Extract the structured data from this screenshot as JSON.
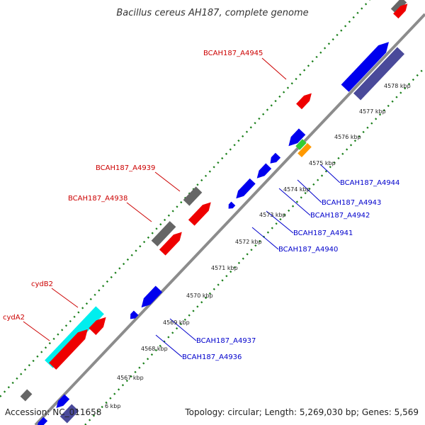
{
  "title": "Bacillus cereus AH187, complete genome",
  "footer": {
    "accession": "Accession: NC_011658",
    "topology": "Topology: circular; Length: 5,269,030 bp; Genes: 5,569"
  },
  "colors": {
    "backbone": "#8c8c8c",
    "tick": "#1a7f1a",
    "forward_label": "#cc0000",
    "reverse_label": "#0000cc",
    "red": "#ee0000",
    "blue": "#0000ee",
    "grey": "#666666",
    "cyan": "#00eeee",
    "navy": "#4a4a9a",
    "green": "#33cc33",
    "orange": "#ff9900"
  },
  "ticks": [
    "6 kbp",
    "4567 kbp",
    "4568 kbp",
    "4569 kbp",
    "4570 kbp",
    "4571 kbp",
    "4572 kbp",
    "4573 kbp",
    "4574 kbp",
    "4575 kbp",
    "4576 kbp",
    "4577 kbp",
    "4578 kbp"
  ],
  "labels": [
    {
      "text": "BCAH187_A4945",
      "strand": "forward"
    },
    {
      "text": "BCAH187_A4939",
      "strand": "forward"
    },
    {
      "text": "BCAH187_A4938",
      "strand": "forward"
    },
    {
      "text": "cydB2",
      "strand": "forward"
    },
    {
      "text": "cydA2",
      "strand": "forward"
    },
    {
      "text": "BCAH187_A4944",
      "strand": "reverse"
    },
    {
      "text": "BCAH187_A4943",
      "strand": "reverse"
    },
    {
      "text": "BCAH187_A4942",
      "strand": "reverse"
    },
    {
      "text": "BCAH187_A4941",
      "strand": "reverse"
    },
    {
      "text": "BCAH187_A4940",
      "strand": "reverse"
    },
    {
      "text": "BCAH187_A4937",
      "strand": "reverse"
    },
    {
      "text": "BCAH187_A4936",
      "strand": "reverse"
    }
  ]
}
